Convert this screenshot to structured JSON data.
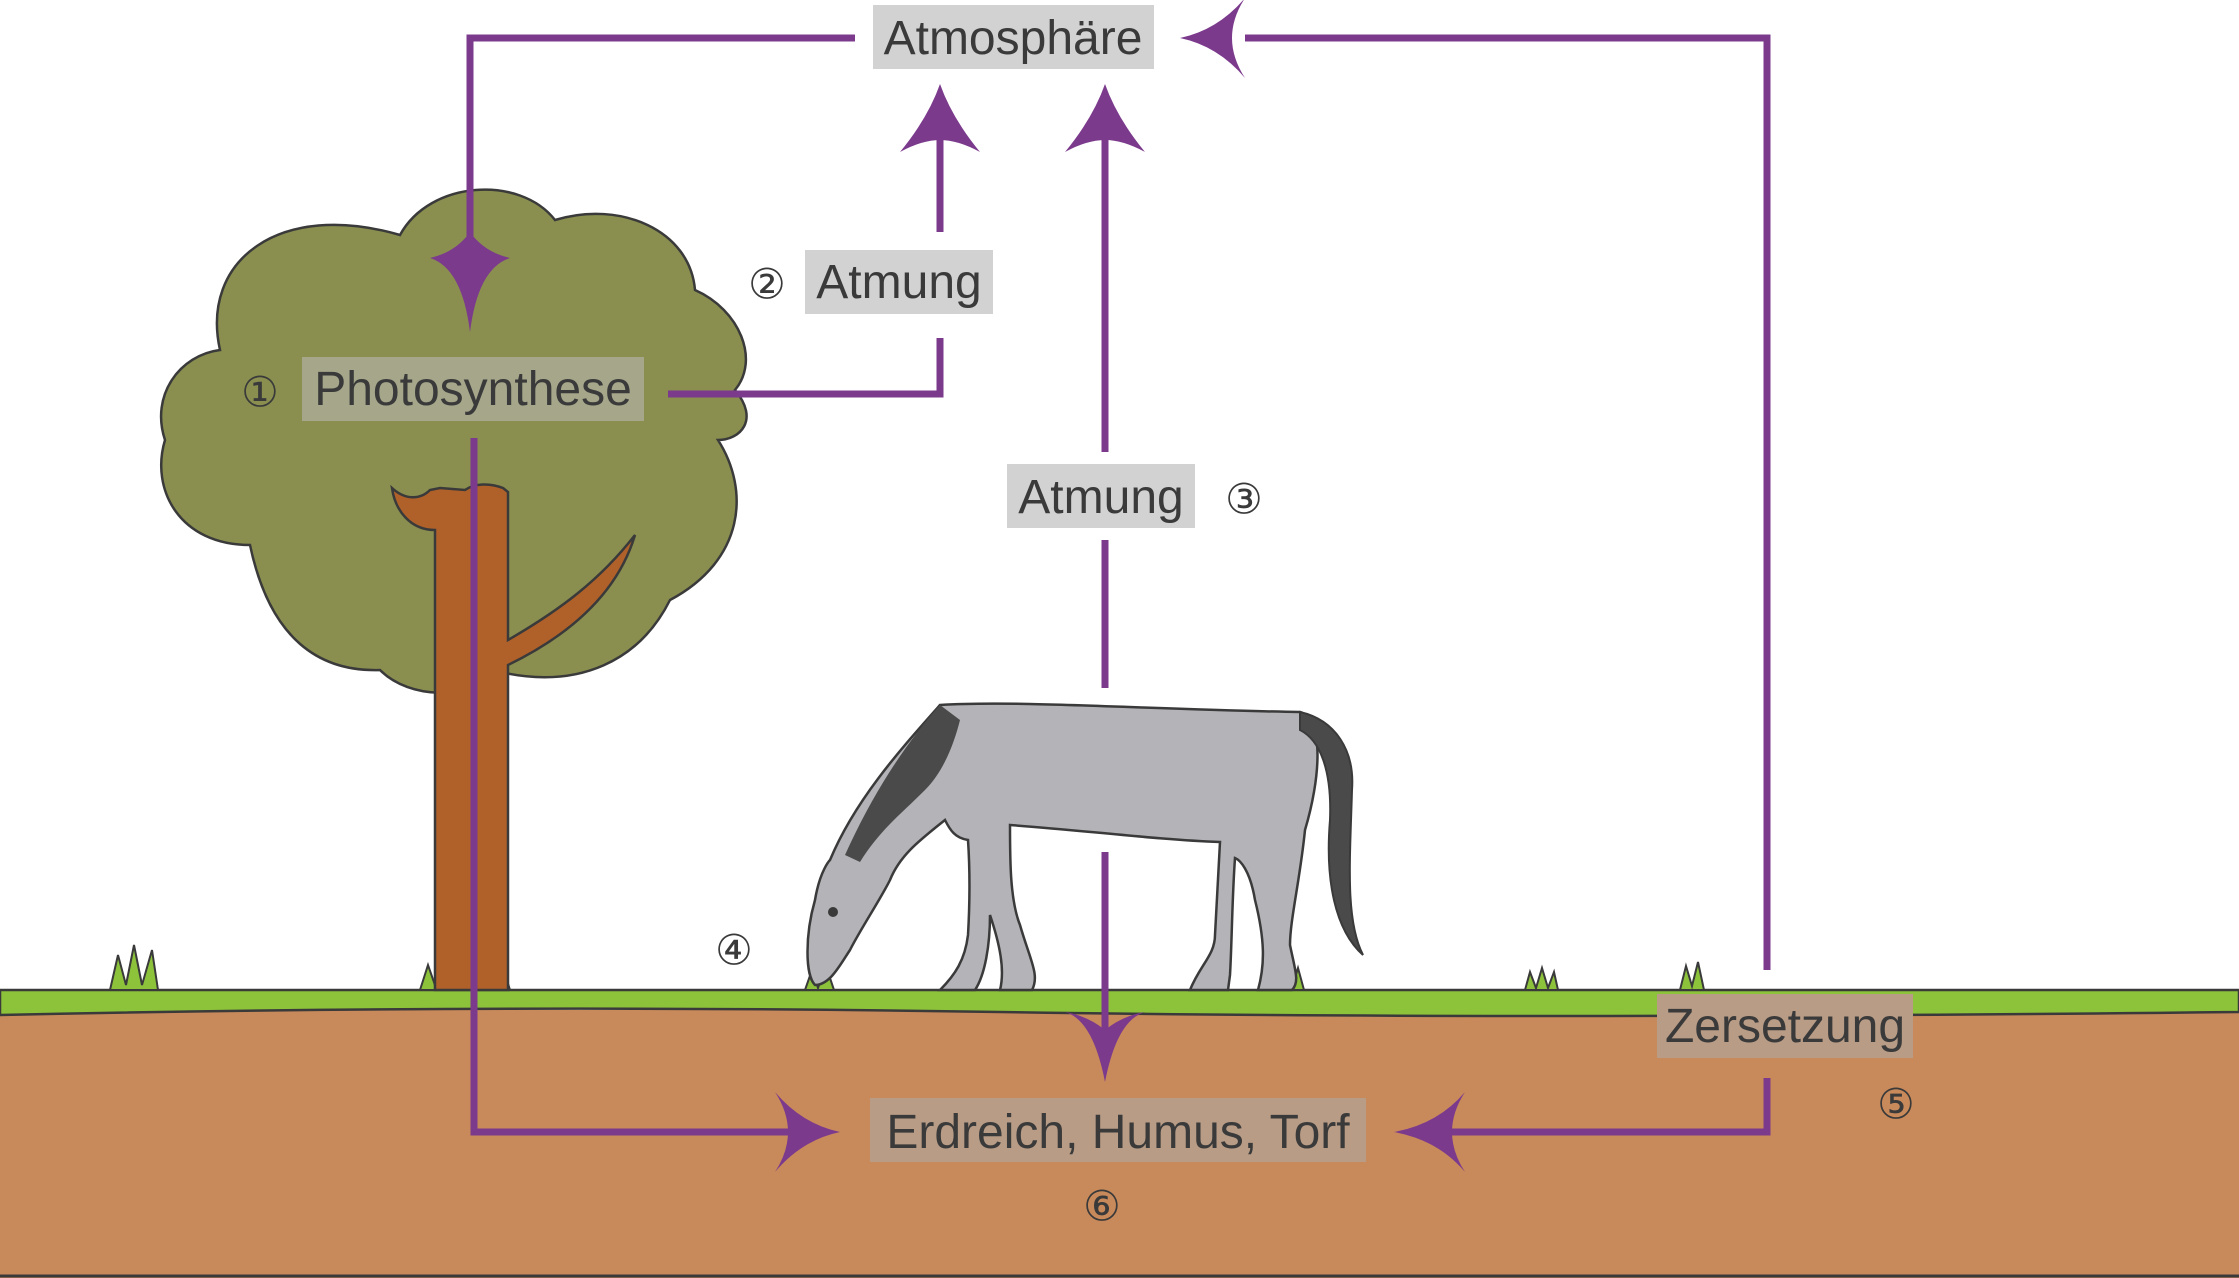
{
  "colors": {
    "arrow": "#7b3a8c",
    "label_box": "#d2d2d2",
    "label_box_tree": "#a5a68a",
    "label_box_soil": "#b89c86",
    "soil": "#c98a5b",
    "grass": "#8dc33b",
    "crown": "#8a8f50",
    "trunk": "#b0612a",
    "horse": "#b3b3b8",
    "mane": "#4a4a4a"
  },
  "labels": {
    "atmosphere": "Atmosphäre",
    "photosynthesis": "Photosynthese",
    "respiration_plant": "Atmung",
    "respiration_animal": "Atmung",
    "decomposition": "Zersetzung",
    "soil": "Erdreich, Humus, Torf"
  },
  "markers": {
    "photosynthesis": "①",
    "respiration_plant": "②",
    "respiration_animal": "③",
    "grazing": "④",
    "decomposition": "⑤",
    "soil": "⑥"
  }
}
